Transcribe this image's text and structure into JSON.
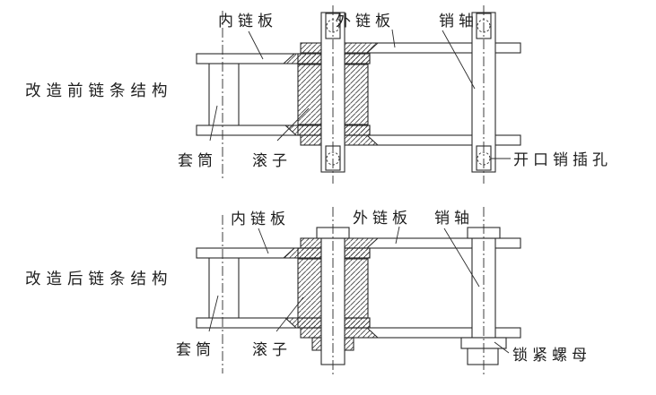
{
  "colors": {
    "background": "#ffffff",
    "line": "#2b2b2b",
    "hatch": "#3a3a3a",
    "text": "#1d1d1d"
  },
  "figures": {
    "before": {
      "title": "改造前链条结构",
      "labels": {
        "inner_plate": "内链板",
        "outer_plate": "外链板",
        "pin": "销轴",
        "bushing": "套筒",
        "roller": "滚子",
        "cotter_hole": "开口销插孔"
      }
    },
    "after": {
      "title": "改造后链条结构",
      "labels": {
        "inner_plate": "内链板",
        "outer_plate": "外链板",
        "pin": "销轴",
        "bushing": "套筒",
        "roller": "滚子",
        "lock_nut": "锁紧螺母"
      }
    }
  }
}
